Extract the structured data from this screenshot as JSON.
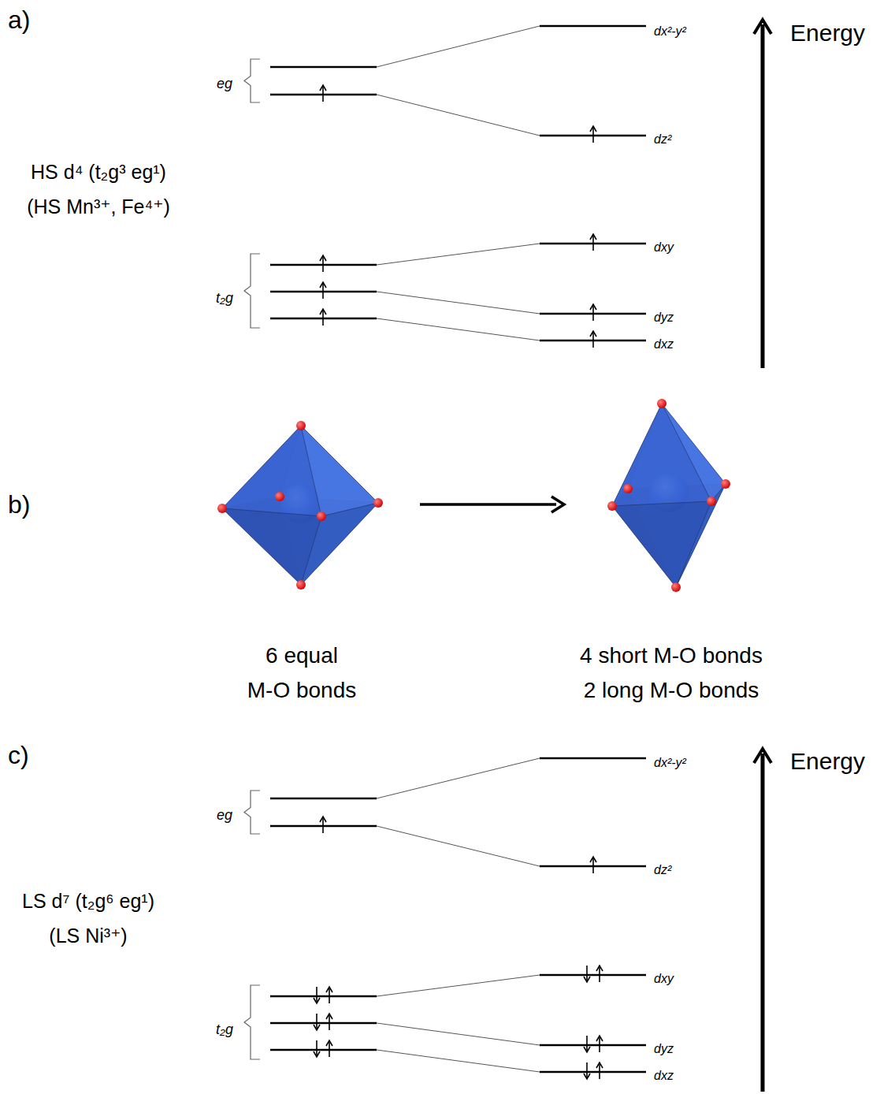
{
  "diagram": {
    "labels": [
      "a)",
      "Energy",
      "eg",
      "t₂g",
      "HS d⁴ (t₂g³ eg¹)",
      "(HS Mn³⁺, Fe⁴⁺)",
      "dx²-y²",
      "dz²",
      "dxy",
      "dyz",
      "dxz",
      "b)",
      "6 equal",
      "M-O bonds",
      "4 short M-O bonds",
      "2 long M-O bonds",
      "c)",
      "Energy",
      "eg",
      "t₂g",
      "LS d⁷ (t₂g⁶ eg¹)",
      "(LS Ni³⁺)",
      "dx²-y²",
      "dz²",
      "dxy",
      "dyz",
      "dxz"
    ]
  }
}
